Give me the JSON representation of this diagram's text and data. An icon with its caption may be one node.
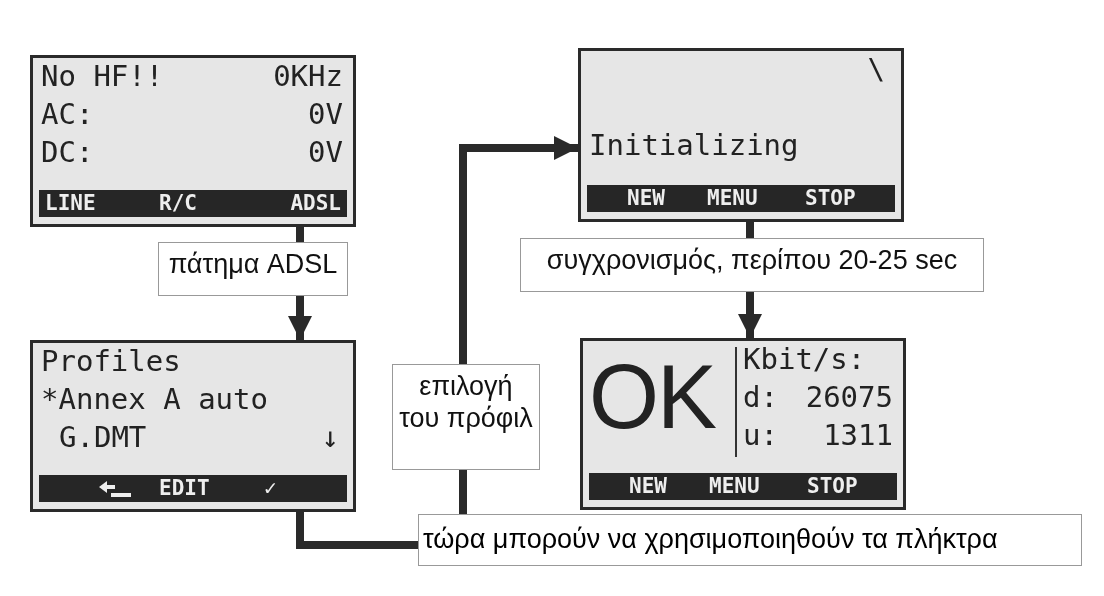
{
  "diagram": {
    "nodes": [
      {
        "text": [
          "No HF!!",
          "0KHz",
          "AC:",
          "0V",
          "DC:",
          "0V",
          "LINE",
          "R/C",
          "ADSL"
        ]
      },
      {
        "text": [
          "Profiles",
          "*Annex A auto",
          "G.DMT",
          "↓",
          "EDIT",
          "✓"
        ]
      },
      {
        "text": [
          "\\",
          "Initializing",
          "NEW",
          "MENU",
          "STOP"
        ]
      },
      {
        "text": [
          "OK",
          "Kbit/s:",
          "d:",
          "26075",
          "u:",
          "1311",
          "NEW",
          "MENU",
          "STOP"
        ]
      },
      {
        "text": [
          "τώρα μπορούν να χρησιμοποιηθούν τα πλήκτρα"
        ]
      }
    ],
    "edges": [
      {
        "from": 0,
        "to": 1,
        "arrow": "to",
        "label": "πάτημα ADSL"
      },
      {
        "from": 1,
        "to": 4,
        "arrow": "none"
      },
      {
        "from": 4,
        "to": 2,
        "arrow": "to",
        "label": "επιλογή του πρόφιλ"
      },
      {
        "from": 2,
        "to": 3,
        "arrow": "to",
        "label": "συγχρονισμός, περίπου 20-25 sec"
      }
    ]
  }
}
